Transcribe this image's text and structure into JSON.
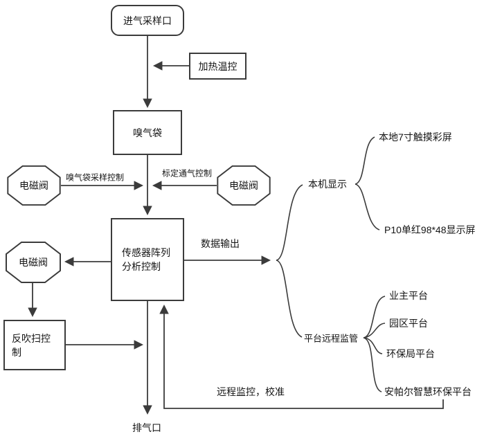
{
  "colors": {
    "line": "#3b3b3b",
    "text": "#141414",
    "background": "#ffffff"
  },
  "nodes": {
    "intake": {
      "label": "进气采样口"
    },
    "heating": {
      "label": "加热温控"
    },
    "bag": {
      "label": "嗅气袋"
    },
    "valve_top_left": {
      "label": "电磁阀"
    },
    "valve_top_right": {
      "label": "电磁阀"
    },
    "sensor": {
      "lines": [
        "传感器阵列",
        "分析控制"
      ]
    },
    "valve_mid_left": {
      "label": "电磁阀"
    },
    "backflush": {
      "lines": [
        "反吹扫控",
        "制"
      ]
    },
    "exhaust": {
      "label": "排气口"
    }
  },
  "edge_labels": {
    "bag_sampling": "嗅气袋采样控制",
    "calibration_vent": "标定通气控制",
    "data_output": "数据输出",
    "remote_monitor": "远程监控，校准"
  },
  "outputs": {
    "local_display": {
      "label": "本机显示",
      "items": [
        "本地7寸触摸彩屏",
        "P10单红98*48显示屏"
      ]
    },
    "platform": {
      "label": "平台远程监管",
      "items": [
        "业主平台",
        "园区平台",
        "环保局平台",
        "安帕尔智慧环保平台"
      ]
    }
  }
}
